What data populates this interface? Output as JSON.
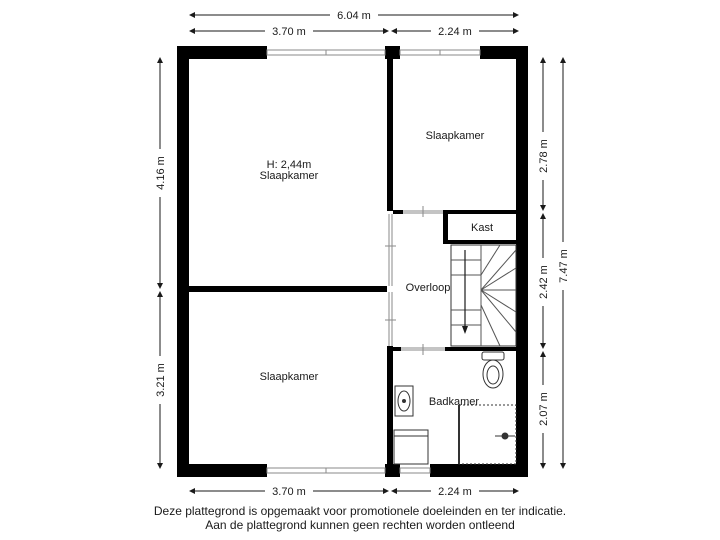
{
  "dimensions": {
    "top_total": "6.04 m",
    "top_left": "3.70 m",
    "top_right": "2.24 m",
    "bottom_left": "3.70 m",
    "bottom_right": "2.24 m",
    "left_upper": "4.16 m",
    "left_lower": "3.21 m",
    "right_a": "2.78 m",
    "right_b": "2.42 m",
    "right_c": "2.07 m",
    "right_total": "7.47 m"
  },
  "rooms": {
    "height_note": "H: 2,44m",
    "bedroom_large": "Slaapkamer",
    "bedroom_top_right": "Slaapkamer",
    "bedroom_bottom": "Slaapkamer",
    "storage": "Kast",
    "landing": "Overloop",
    "bathroom": "Badkamer"
  },
  "disclaimer": {
    "line1": "Deze plattegrond is opgemaakt voor promotionele doeleinden en ter indicatie.",
    "line2": "Aan de plattegrond kunnen geen rechten worden ontleend"
  }
}
